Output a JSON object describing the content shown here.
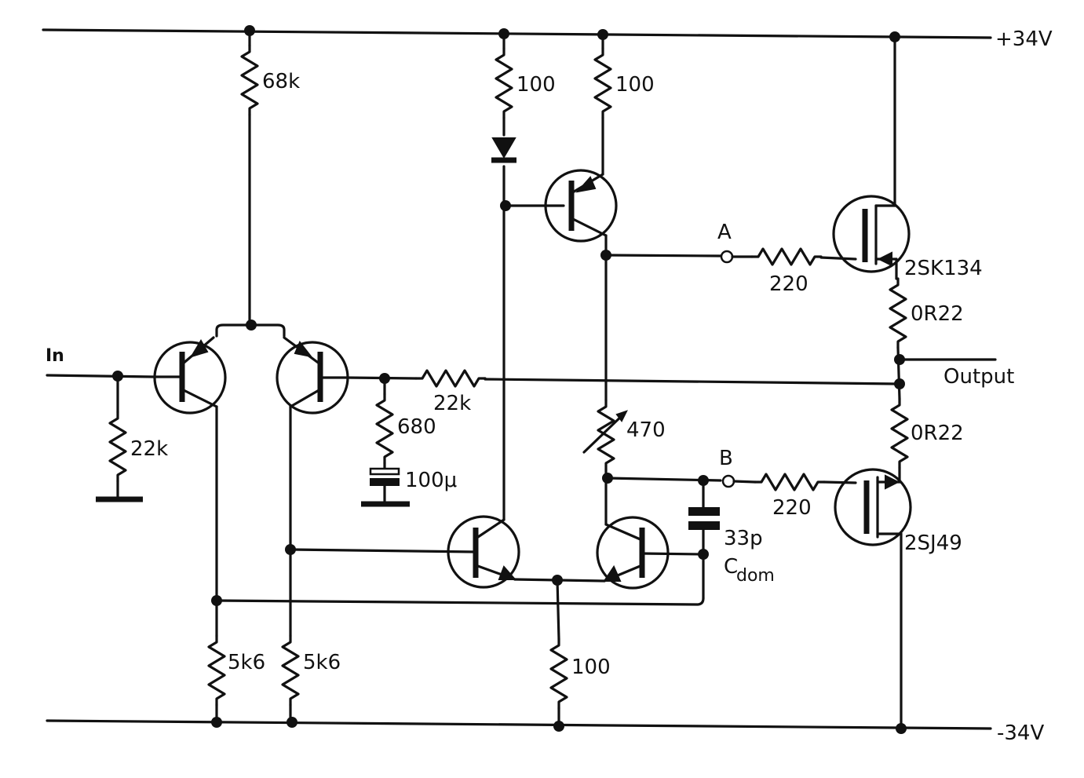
{
  "rails": {
    "positive": "+34V",
    "negative": "-34V"
  },
  "labels": {
    "input": "In",
    "output": "Output",
    "test_point_a": "A",
    "test_point_b": "B"
  },
  "components": {
    "r_input_bias": "22k",
    "r_tail": "68k",
    "r_diode_supply": "100",
    "r_vas_emitter": "100",
    "r_feedback": "22k",
    "r_feedback_shunt": "680",
    "c_feedback": "100μ",
    "r_bias_preset": "470",
    "r_gate_a": "220",
    "r_gate_b": "220",
    "r_source_top": "0R22",
    "r_source_bottom": "0R22",
    "r_lts_left": "5k6",
    "r_lts_right": "5k6",
    "r_mirror_emitter": "100",
    "c_dom_value": "33p",
    "c_dom_label": "C",
    "c_dom_sub": "dom",
    "mosfet_n": "2SK134",
    "mosfet_p": "2SJ49"
  },
  "theme": {
    "ink": "#111111",
    "paper": "#ffffff"
  }
}
